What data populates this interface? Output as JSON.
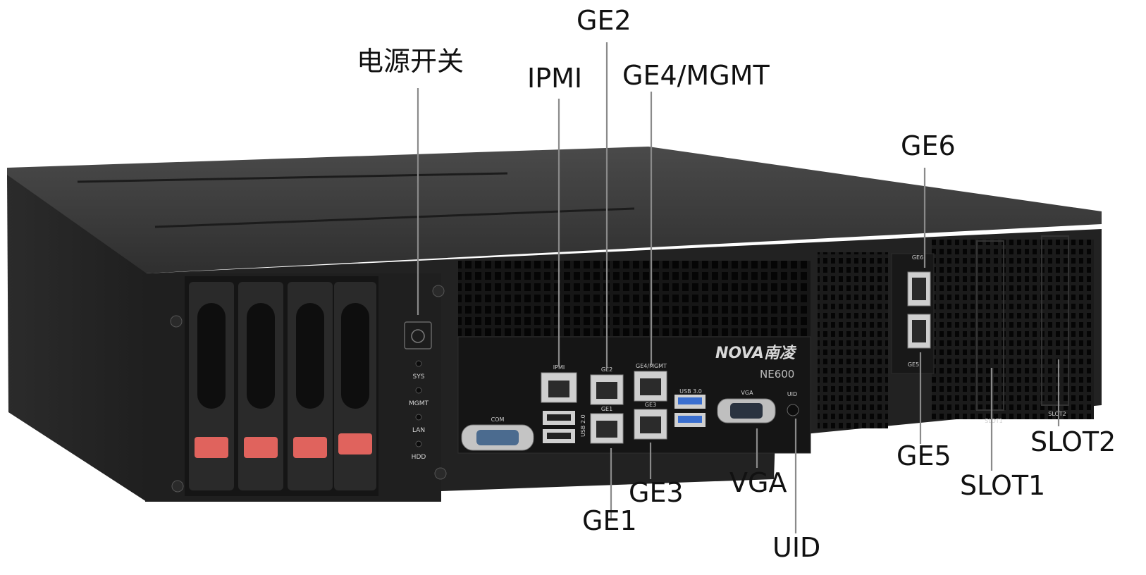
{
  "device": {
    "brand": "NOVA南凌",
    "model": "NE600",
    "colors": {
      "chassis": "#222222",
      "panel": "#1a1a1a",
      "tray_tab": "#e0635d",
      "usb3": "#3a6fd0",
      "leader": "#8a8a8a"
    }
  },
  "callouts": {
    "power": "电源开关",
    "ipmi": "IPMI",
    "ge2": "GE2",
    "ge4": "GE4/MGMT",
    "ge6": "GE6",
    "ge1": "GE1",
    "ge3": "GE3",
    "vga": "VGA",
    "uid": "UID",
    "ge5": "GE5",
    "slot1": "SLOT1",
    "slot2": "SLOT2"
  },
  "panel_labels": {
    "sys": "SYS",
    "mgmt": "MGMT",
    "lan": "LAN",
    "hdd": "HDD",
    "ipmi": "IPMI",
    "ge2": "GE2",
    "ge4": "GE4/MGMT",
    "ge1": "GE1",
    "ge3": "GE3",
    "usb3": "USB 3.0",
    "usb2": "USB 2.0",
    "vga": "VGA",
    "uid": "UID",
    "com": "COM",
    "ge6": "GE6",
    "ge5": "GE5",
    "slot1": "SLOT1",
    "slot2": "SLOT2"
  }
}
